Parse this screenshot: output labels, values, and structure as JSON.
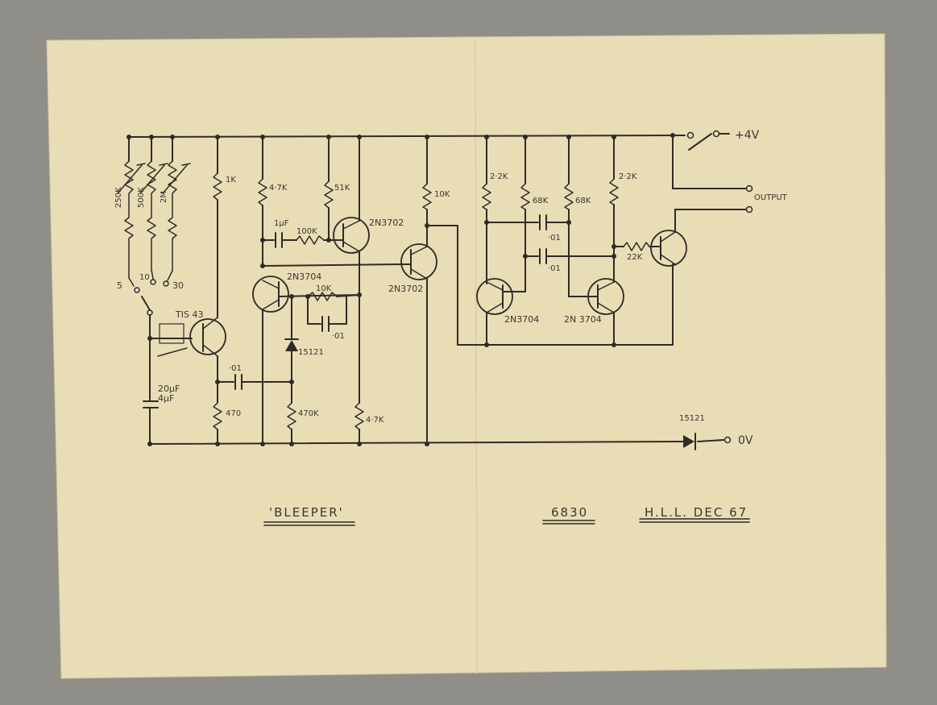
{
  "drawing": {
    "title": "'BLEEPER'",
    "number": "6830",
    "author_date": "H.L.L. DEC 67",
    "rails": {
      "positive": "+4V",
      "ground": "0V",
      "output": "OUTPUT"
    },
    "switch_positions": [
      "5",
      "10",
      "30"
    ],
    "components": {
      "pot1": "250K",
      "pot2": "500K",
      "pot3": "2M",
      "r_1k": "1K",
      "r_4k7_a": "4·7K",
      "r_51k": "51K",
      "r_10k_a": "10K",
      "r_2k2_a": "2·2K",
      "r_68k_a": "68K",
      "r_68k_b": "68K",
      "r_2k2_b": "2·2K",
      "c_1uf": "1µF",
      "r_100k": "100K",
      "q_2n3702_a": "2N3702",
      "q_2n3702_b": "2N3702",
      "q_2n3704_a": "2N3704",
      "r_10k_b": "10K",
      "c_01_a": "·01",
      "c_01_b": "·01",
      "c_01_c": "·01",
      "c_01_d": "·01",
      "q_tis43": "TIS 43",
      "c_20uf": "20µF",
      "c_4uf": "4µF",
      "d_15121_a": "15121",
      "r_470": "470",
      "r_470k": "470K",
      "r_4k7_b": "4·7K",
      "q_2n3704_b": "2N3704",
      "q_2n3704_c": "2N 3704",
      "r_22k": "22K",
      "d_15121_b": "15121"
    }
  }
}
